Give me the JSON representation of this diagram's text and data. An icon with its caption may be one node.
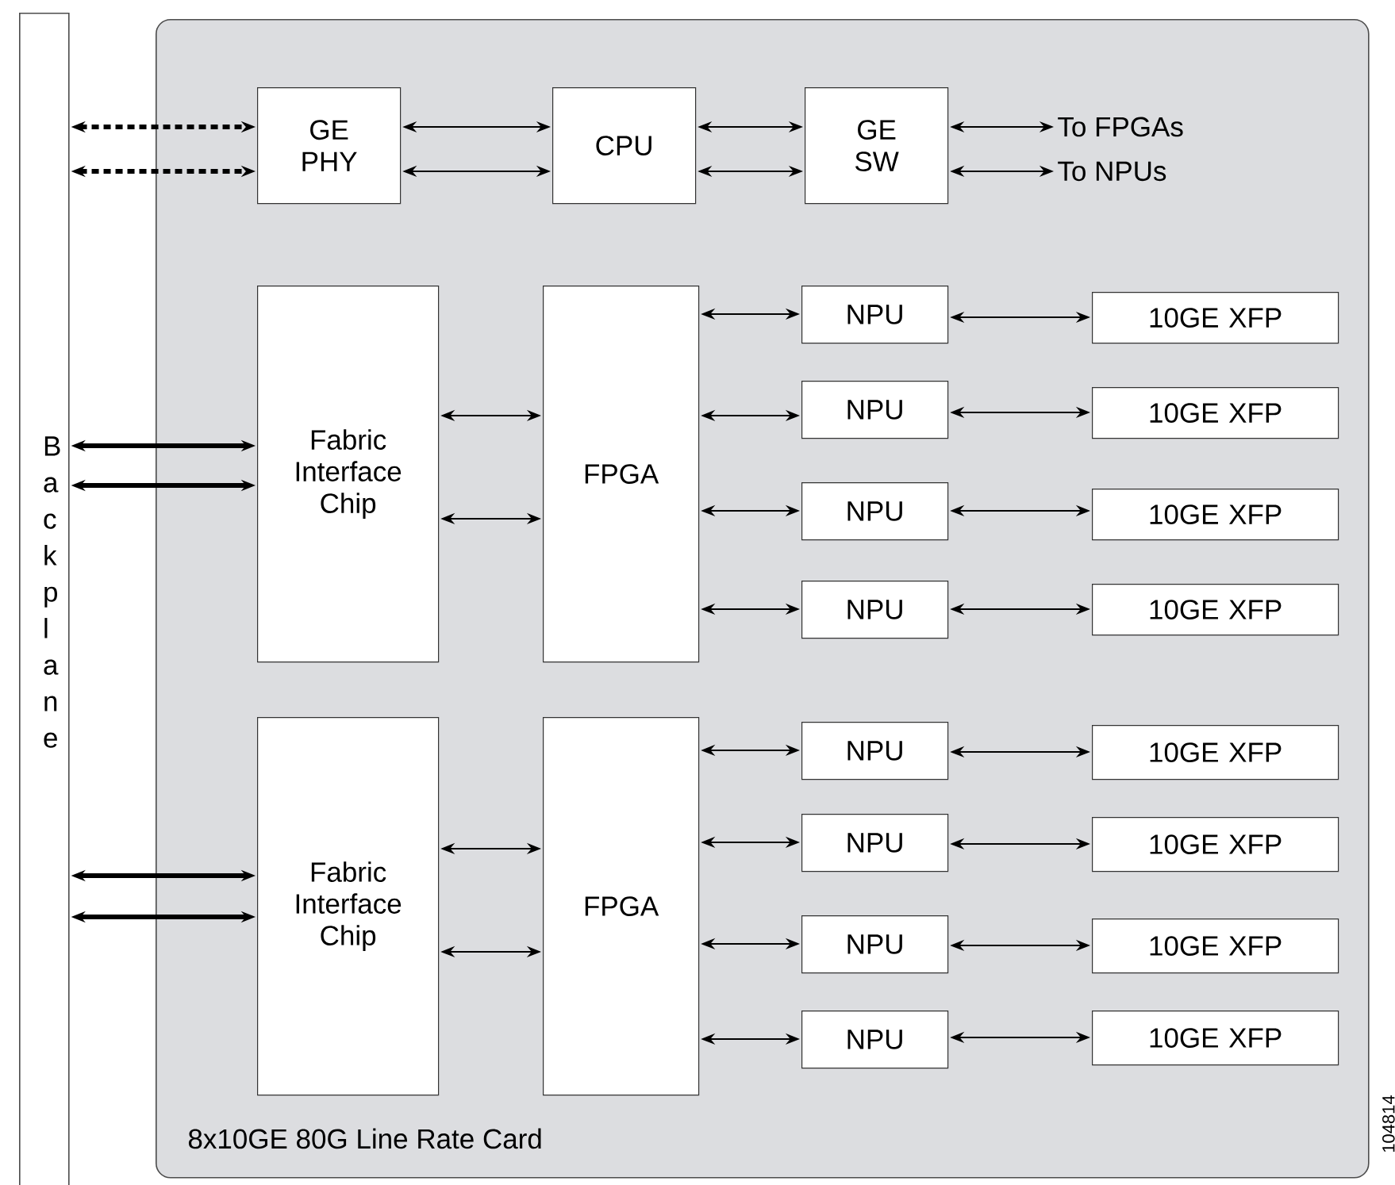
{
  "diagram": {
    "nodes": [
      {
        "text": [
          "Backplane"
        ]
      },
      {
        "text": [
          "8x10GE 80G Line Rate Card"
        ]
      },
      {
        "text": [
          "GE PHY"
        ],
        "in": 1
      },
      {
        "text": [
          "CPU"
        ],
        "in": 1
      },
      {
        "text": [
          "GE SW"
        ],
        "in": 1
      },
      {
        "text": [
          "To FPGAs"
        ],
        "in": 1
      },
      {
        "text": [
          "To NPUs"
        ],
        "in": 1
      },
      {
        "text": [
          "Fabric Interface Chip"
        ],
        "in": 1
      },
      {
        "text": [
          "FPGA"
        ],
        "in": 1
      },
      {
        "text": [
          "NPU"
        ],
        "in": 1
      },
      {
        "text": [
          "NPU"
        ],
        "in": 1
      },
      {
        "text": [
          "NPU"
        ],
        "in": 1
      },
      {
        "text": [
          "NPU"
        ],
        "in": 1
      },
      {
        "text": [
          "10GE XFP"
        ],
        "in": 1
      },
      {
        "text": [
          "10GE XFP"
        ],
        "in": 1
      },
      {
        "text": [
          "10GE XFP"
        ],
        "in": 1
      },
      {
        "text": [
          "10GE XFP"
        ],
        "in": 1
      },
      {
        "text": [
          "Fabric Interface Chip"
        ],
        "in": 1
      },
      {
        "text": [
          "FPGA"
        ],
        "in": 1
      },
      {
        "text": [
          "NPU"
        ],
        "in": 1
      },
      {
        "text": [
          "NPU"
        ],
        "in": 1
      },
      {
        "text": [
          "NPU"
        ],
        "in": 1
      },
      {
        "text": [
          "NPU"
        ],
        "in": 1
      },
      {
        "text": [
          "10GE XFP"
        ],
        "in": 1
      },
      {
        "text": [
          "10GE XFP"
        ],
        "in": 1
      },
      {
        "text": [
          "10GE XFP"
        ],
        "in": 1
      },
      {
        "text": [
          "10GE XFP"
        ],
        "in": 1
      }
    ],
    "edges": [
      {
        "from": 0,
        "to": 2,
        "arrow": "both",
        "style": "dashed"
      },
      {
        "from": 0,
        "to": 2,
        "arrow": "both",
        "style": "dashed"
      },
      {
        "from": 2,
        "to": 3,
        "arrow": "both"
      },
      {
        "from": 2,
        "to": 3,
        "arrow": "both"
      },
      {
        "from": 3,
        "to": 4,
        "arrow": "both"
      },
      {
        "from": 3,
        "to": 4,
        "arrow": "both"
      },
      {
        "from": 4,
        "to": 5,
        "arrow": "both"
      },
      {
        "from": 4,
        "to": 6,
        "arrow": "both"
      },
      {
        "from": 0,
        "to": 7,
        "arrow": "both",
        "style": "thick"
      },
      {
        "from": 0,
        "to": 7,
        "arrow": "both",
        "style": "thick"
      },
      {
        "from": 7,
        "to": 8,
        "arrow": "both"
      },
      {
        "from": 7,
        "to": 8,
        "arrow": "both"
      },
      {
        "from": 8,
        "to": 9,
        "arrow": "both"
      },
      {
        "from": 8,
        "to": 10,
        "arrow": "both"
      },
      {
        "from": 8,
        "to": 11,
        "arrow": "both"
      },
      {
        "from": 8,
        "to": 12,
        "arrow": "both"
      },
      {
        "from": 9,
        "to": 13,
        "arrow": "both"
      },
      {
        "from": 10,
        "to": 14,
        "arrow": "both"
      },
      {
        "from": 11,
        "to": 15,
        "arrow": "both"
      },
      {
        "from": 12,
        "to": 16,
        "arrow": "both"
      },
      {
        "from": 0,
        "to": 17,
        "arrow": "both",
        "style": "thick"
      },
      {
        "from": 0,
        "to": 17,
        "arrow": "both",
        "style": "thick"
      },
      {
        "from": 17,
        "to": 18,
        "arrow": "both"
      },
      {
        "from": 17,
        "to": 18,
        "arrow": "both"
      },
      {
        "from": 18,
        "to": 19,
        "arrow": "both"
      },
      {
        "from": 18,
        "to": 20,
        "arrow": "both"
      },
      {
        "from": 18,
        "to": 21,
        "arrow": "both"
      },
      {
        "from": 18,
        "to": 22,
        "arrow": "both"
      },
      {
        "from": 19,
        "to": 23,
        "arrow": "both"
      },
      {
        "from": 20,
        "to": 24,
        "arrow": "both"
      },
      {
        "from": 21,
        "to": 25,
        "arrow": "both"
      },
      {
        "from": 22,
        "to": 26,
        "arrow": "both"
      }
    ],
    "labels": [
      "104814"
    ]
  }
}
